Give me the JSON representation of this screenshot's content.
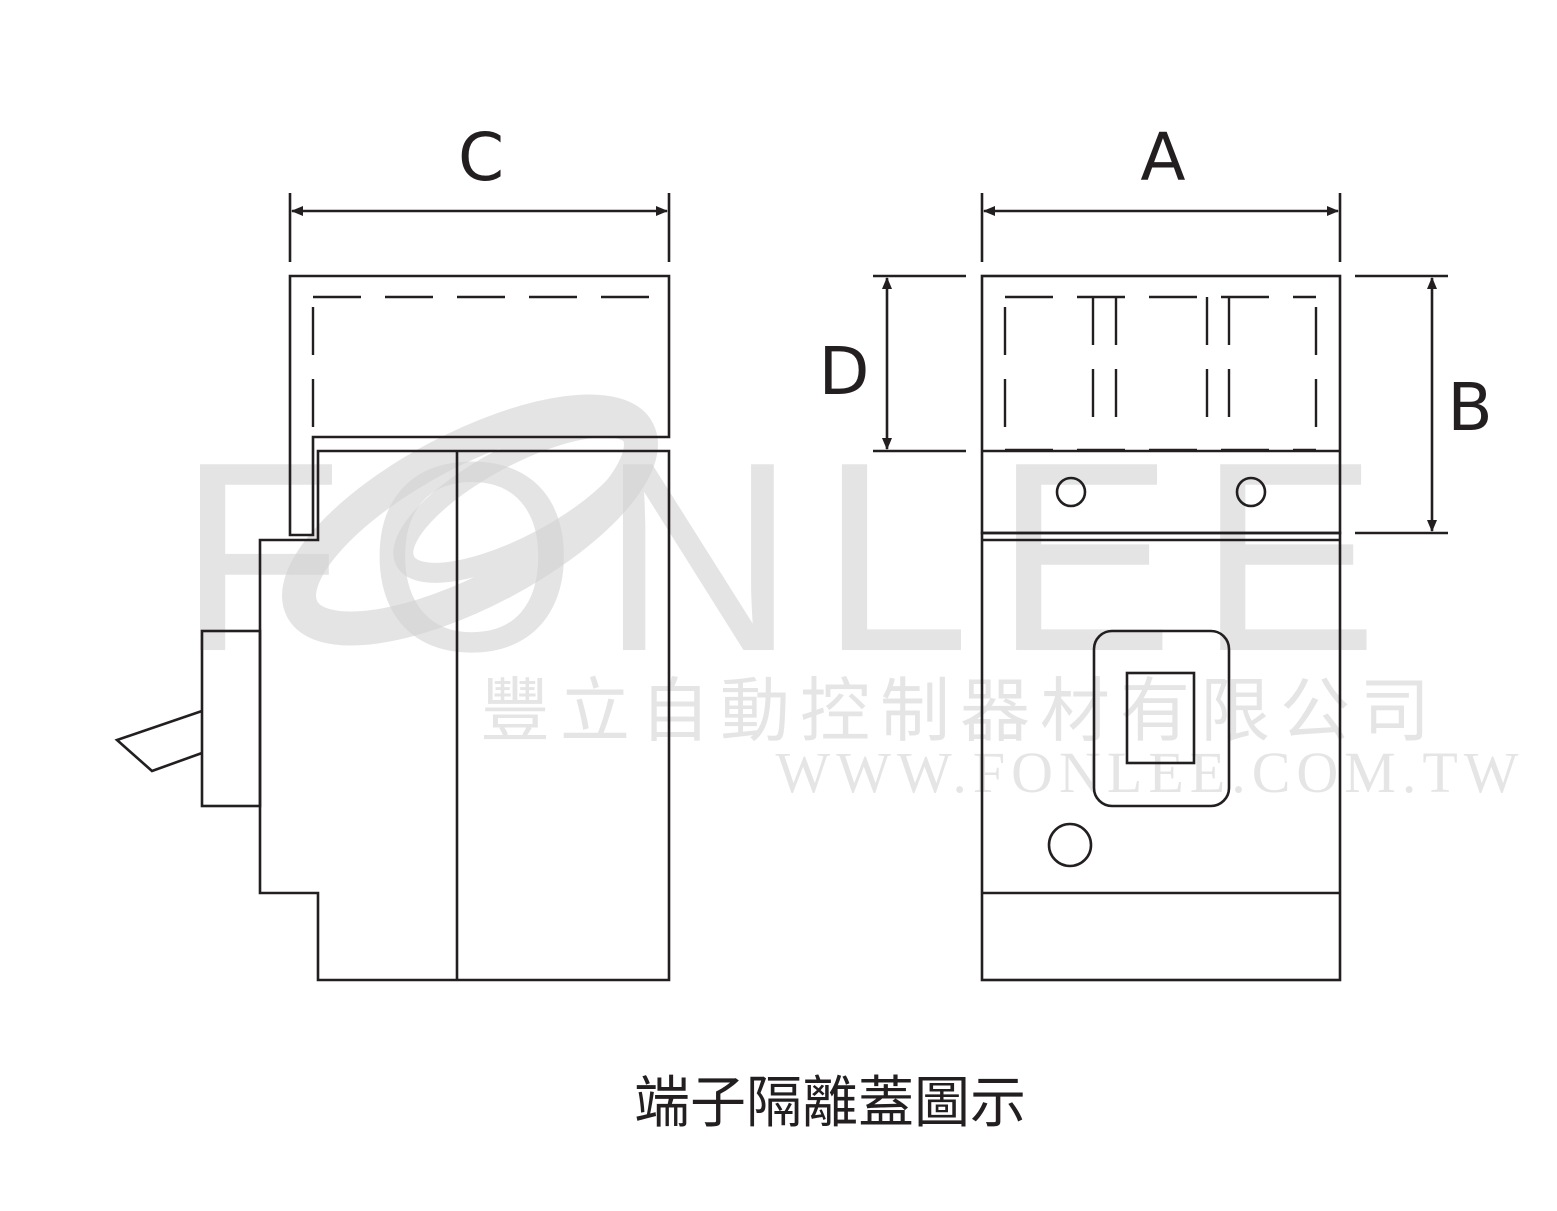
{
  "labels": {
    "dim_a": "A",
    "dim_b": "B",
    "dim_c": "C",
    "dim_d": "D"
  },
  "watermark": {
    "brand": "FONLEE",
    "company": "豐立自動控制器材有限公司",
    "url": "WWW.FONLEE.COM.TW"
  },
  "caption": "端子隔離蓋圖示",
  "colors": {
    "line": "#231f20",
    "watermark": "#d3d3d3",
    "background": "#ffffff"
  }
}
